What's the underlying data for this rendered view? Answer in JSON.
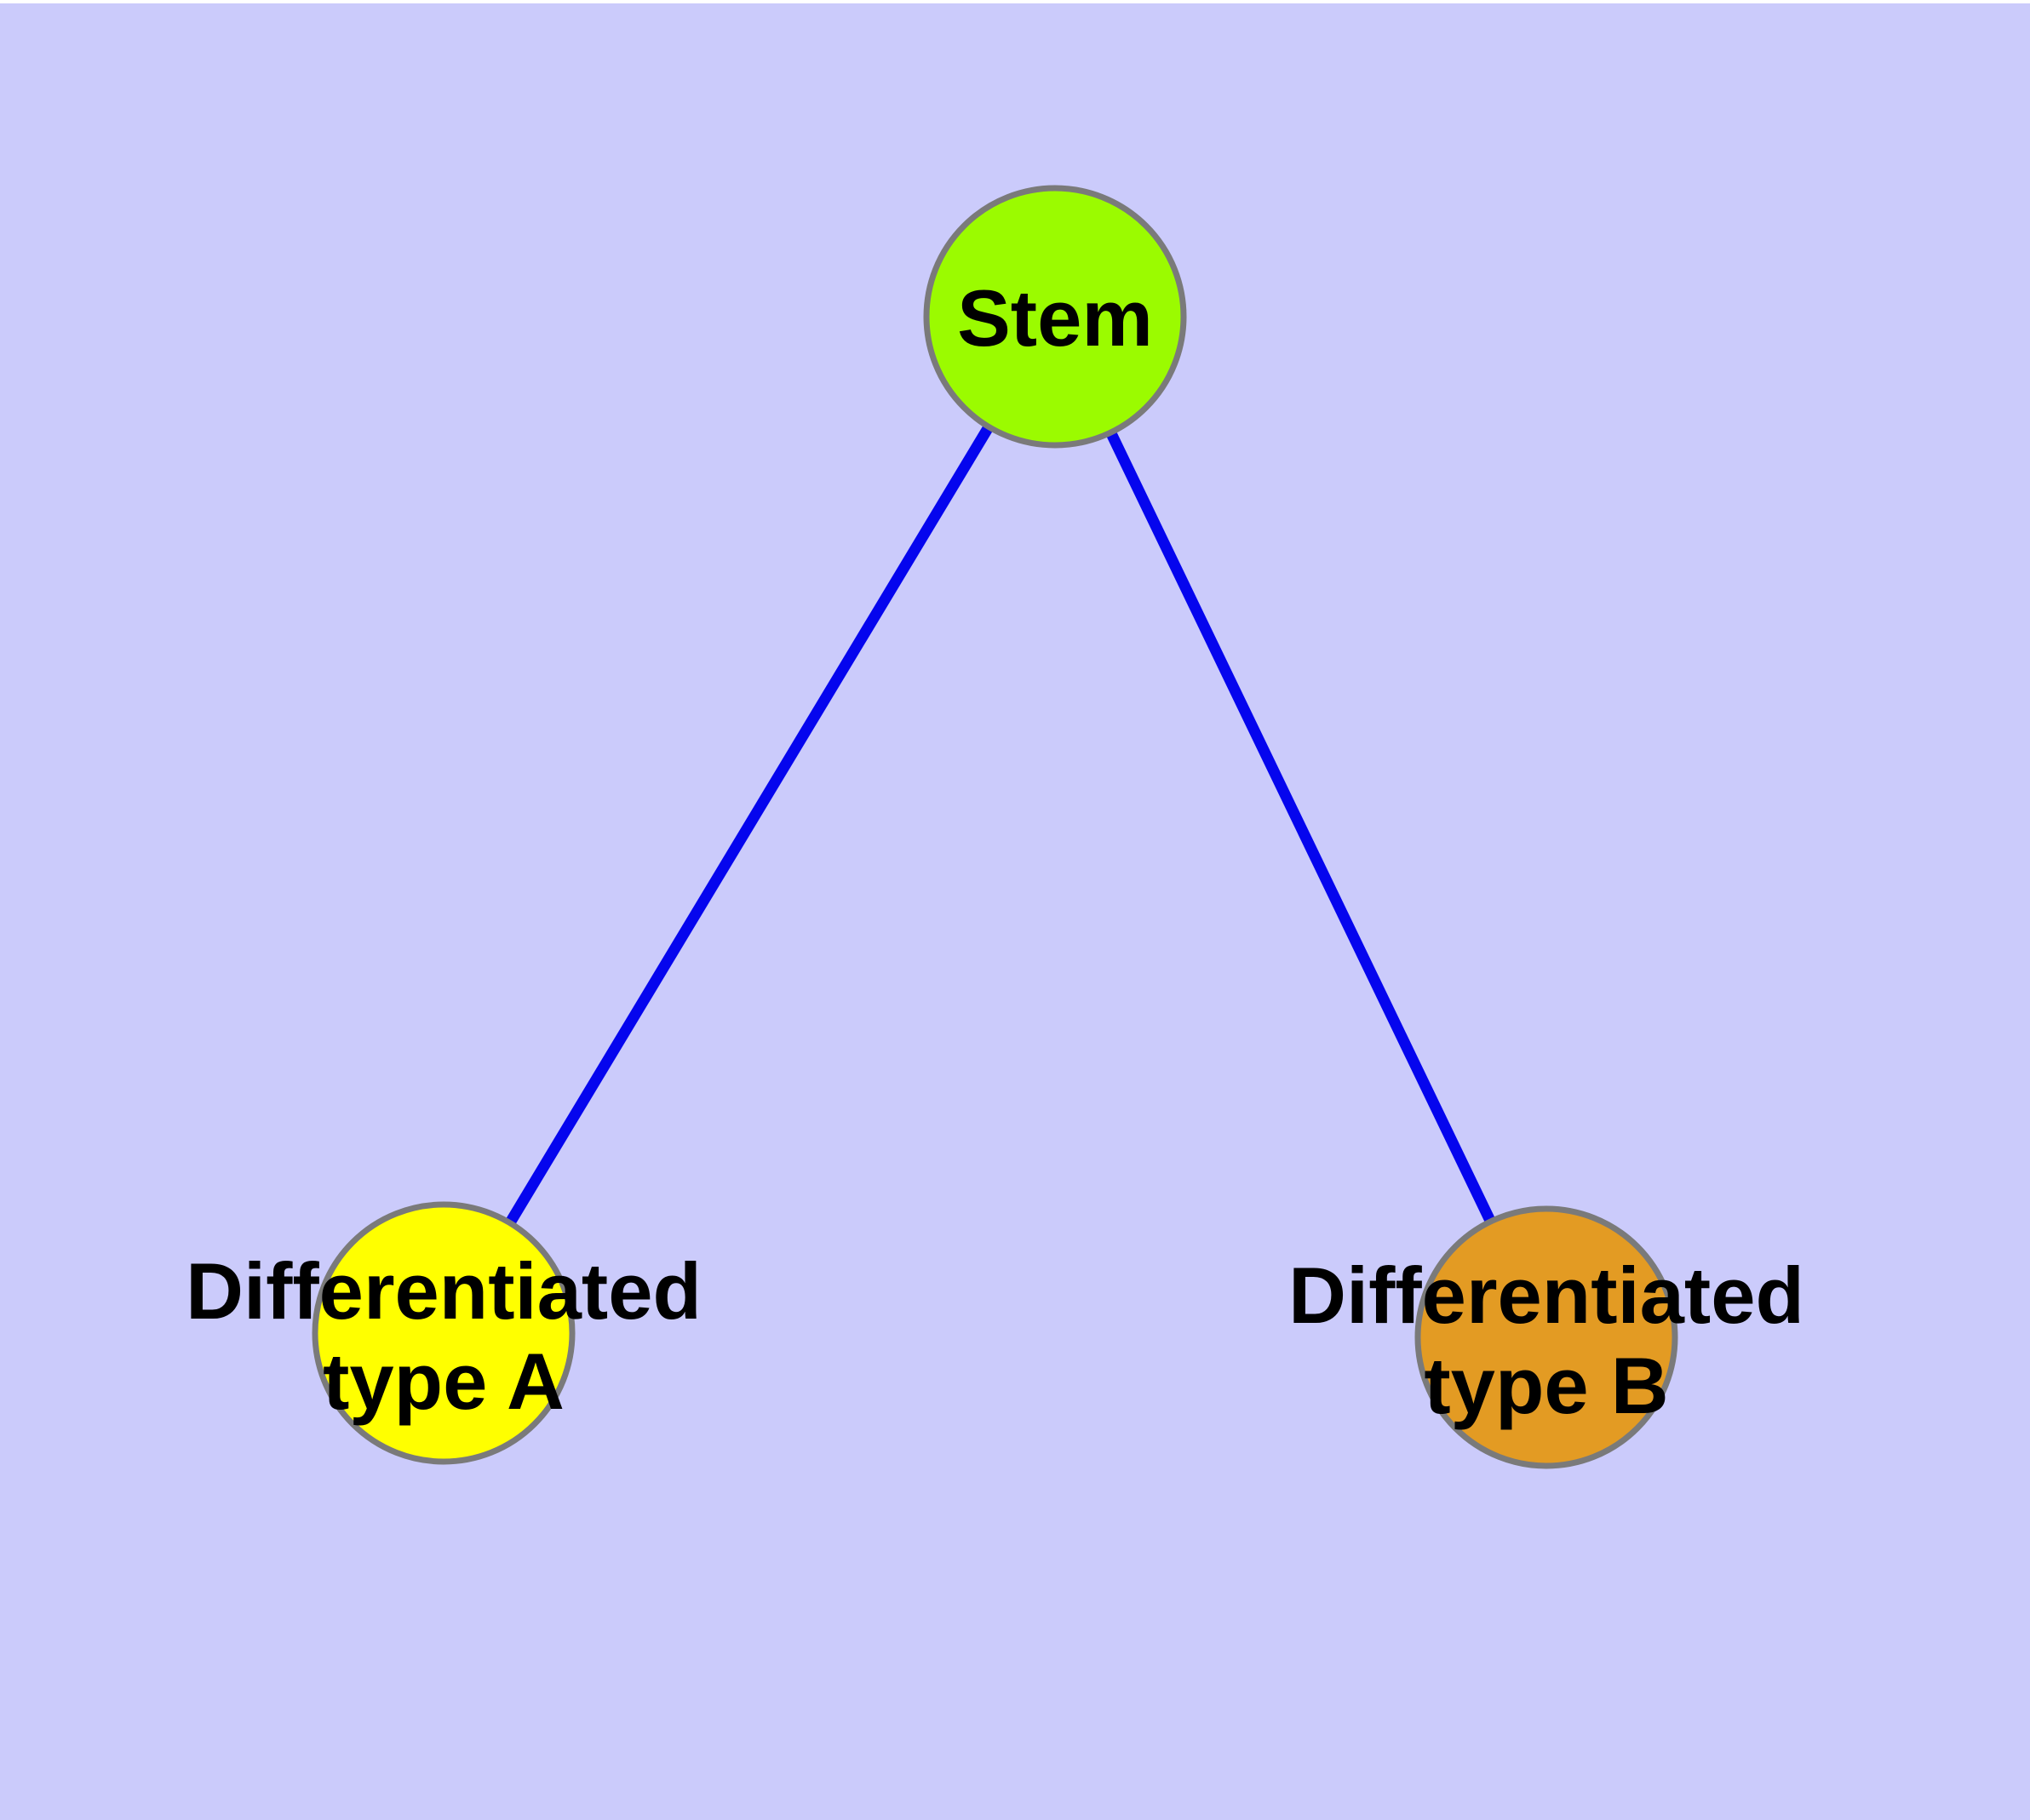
{
  "diagram": {
    "type": "graph",
    "description": "Stem cell differentiation tree",
    "background_color": "#cbcbfb",
    "top_margin_color": "#ffffff",
    "edge_color": "#0505ee",
    "node_border_color": "#7a7a7a",
    "label_color": "#000000",
    "nodes": [
      {
        "id": "stem",
        "label": "Stem",
        "lines": [
          "Stem"
        ],
        "fill": "#9bfb00"
      },
      {
        "id": "differentiated-type-a",
        "label": "Differentiated type A",
        "lines": [
          "Differentiated",
          "type A"
        ],
        "fill": "#ffff00"
      },
      {
        "id": "differentiated-type-b",
        "label": "Differentiated type B",
        "lines": [
          "Differentiated",
          "type B"
        ],
        "fill": "#e39b23"
      }
    ],
    "edges": [
      {
        "from": "Stem",
        "to": "Differentiated type A"
      },
      {
        "from": "Stem",
        "to": "Differentiated type B"
      }
    ]
  }
}
